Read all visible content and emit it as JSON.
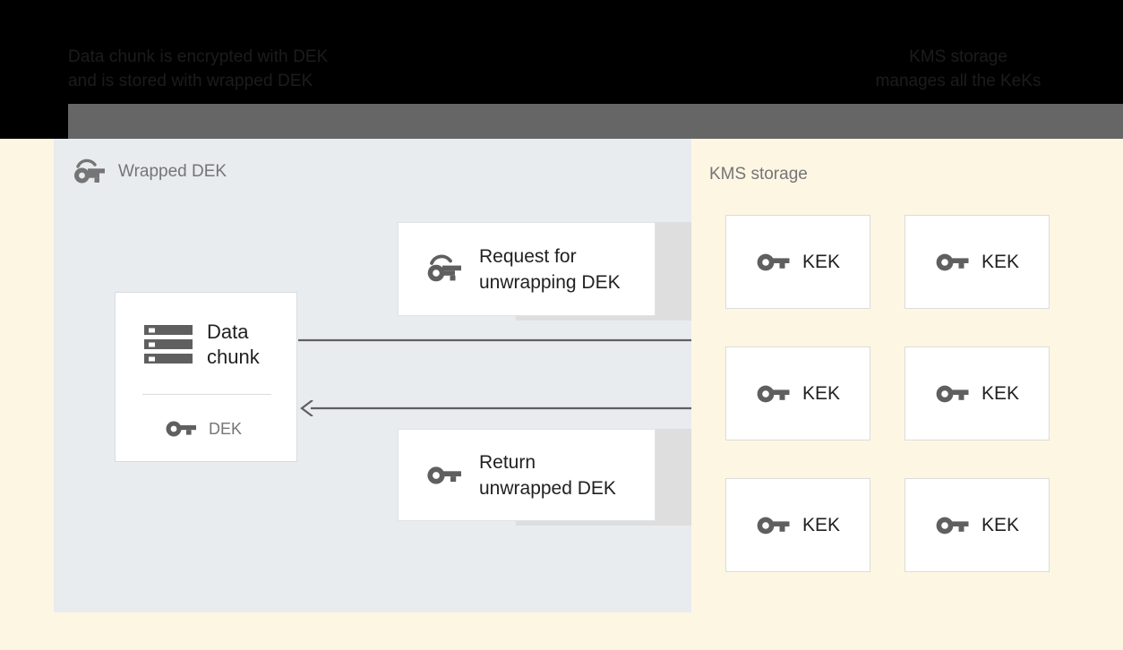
{
  "header": {
    "left_caption": "Data chunk is encrypted with DEK\nand is stored with wrapped DEK",
    "right_caption": "KMS storage\nmanages all the KeKs",
    "band_color": "#666666",
    "background_color": "#000000"
  },
  "left_panel": {
    "title": "Wrapped DEK",
    "title_icon": "key-wrapped-icon",
    "background_color": "#e8ecef",
    "data_chunk_card": {
      "icon": "server-stack-icon",
      "label": "Data\nchunk",
      "key_icon": "key-icon",
      "key_label": "DEK"
    },
    "messages": [
      {
        "icon": "key-wrapped-icon",
        "label": "Request for\nunwrapping DEK",
        "direction": "right"
      },
      {
        "icon": "key-icon",
        "label": "Return\nunwrapped DEK",
        "direction": "left"
      }
    ],
    "arrows": [
      {
        "name": "request-arrow",
        "direction": "right",
        "color": "#5f5f5f"
      },
      {
        "name": "return-arrow",
        "direction": "left",
        "color": "#5f5f5f"
      }
    ]
  },
  "right_panel": {
    "title": "KMS storage",
    "background_color": "#fdf6e3",
    "kek_cards": [
      {
        "icon": "key-icon",
        "label": "KEK"
      },
      {
        "icon": "key-icon",
        "label": "KEK"
      },
      {
        "icon": "key-icon",
        "label": "KEK"
      },
      {
        "icon": "key-icon",
        "label": "KEK"
      },
      {
        "icon": "key-icon",
        "label": "KEK"
      },
      {
        "icon": "key-icon",
        "label": "KEK"
      }
    ]
  },
  "colors": {
    "panel_blue_gray": "#e8ecef",
    "panel_cream": "#fdf6e3",
    "card_white": "#ffffff",
    "icon_gray": "#5f5f5f",
    "text_dark": "#212121",
    "text_muted": "#757575",
    "shadow_gray": "#dedede"
  }
}
